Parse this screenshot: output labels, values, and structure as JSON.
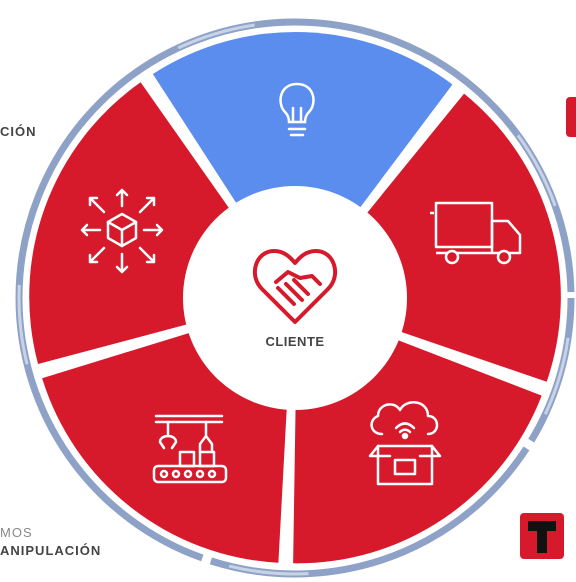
{
  "diagram": {
    "center_label": "CLIENTE",
    "segments": [
      {
        "id": "idea",
        "icon": "lightbulb-icon",
        "color": "#5b8def"
      },
      {
        "id": "transport",
        "icon": "delivery-truck-icon",
        "color": "#d6192b"
      },
      {
        "id": "cloud-storage",
        "icon": "cloud-box-icon",
        "color": "#d6192b"
      },
      {
        "id": "manufacturing",
        "icon": "robotic-assembly-line-icon",
        "color": "#d6192b"
      },
      {
        "id": "distribution",
        "icon": "box-distribution-arrows-icon",
        "color": "#d6192b"
      }
    ],
    "center_icon": "heart-handshake-icon",
    "ring_color": "#8ea2c8"
  },
  "side_labels": {
    "top_left": "CIÓN",
    "bottom_left_line1": "MOS",
    "bottom_left_line2": "ANIPULACIÓN"
  },
  "logo": {
    "icon": "t-brand-logo-icon",
    "color": "#d6192b"
  }
}
